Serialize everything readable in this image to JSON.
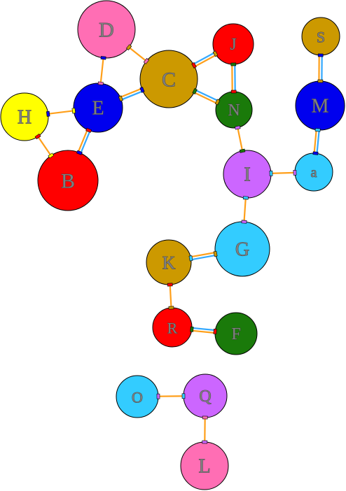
{
  "colors": {
    "pink": "#ff6eb4",
    "gold": "#cc9900",
    "red": "#ff0000",
    "blue": "#0000ee",
    "yellow": "#ffff00",
    "green": "#1a7a0a",
    "purple": "#cc66ff",
    "cyan": "#33ccff",
    "orange_edge": "#ff9f1a",
    "blue_edge": "#33a8ff",
    "outline": "#000000"
  },
  "nodes": [
    {
      "id": "D",
      "label": "D",
      "color": "pink"
    },
    {
      "id": "C",
      "label": "C",
      "color": "gold"
    },
    {
      "id": "J",
      "label": "J",
      "color": "red"
    },
    {
      "id": "S",
      "label": "S",
      "color": "gold"
    },
    {
      "id": "E",
      "label": "E",
      "color": "blue"
    },
    {
      "id": "H",
      "label": "H",
      "color": "yellow"
    },
    {
      "id": "N",
      "label": "N",
      "color": "green"
    },
    {
      "id": "M",
      "label": "M",
      "color": "blue"
    },
    {
      "id": "B",
      "label": "B",
      "color": "red"
    },
    {
      "id": "I",
      "label": "I",
      "color": "purple"
    },
    {
      "id": "a",
      "label": "a",
      "color": "cyan"
    },
    {
      "id": "G",
      "label": "G",
      "color": "cyan"
    },
    {
      "id": "K",
      "label": "K",
      "color": "gold"
    },
    {
      "id": "R",
      "label": "R",
      "color": "red"
    },
    {
      "id": "F",
      "label": "F",
      "color": "green"
    },
    {
      "id": "O",
      "label": "O",
      "color": "cyan"
    },
    {
      "id": "Q",
      "label": "Q",
      "color": "purple"
    },
    {
      "id": "L",
      "label": "L",
      "color": "pink"
    }
  ],
  "edges": [
    {
      "from": "D",
      "to": "E",
      "type": "single"
    },
    {
      "from": "D",
      "to": "C",
      "type": "single"
    },
    {
      "from": "C",
      "to": "E",
      "type": "double"
    },
    {
      "from": "C",
      "to": "J",
      "type": "double"
    },
    {
      "from": "C",
      "to": "N",
      "type": "double"
    },
    {
      "from": "J",
      "to": "N",
      "type": "double"
    },
    {
      "from": "H",
      "to": "E",
      "type": "single"
    },
    {
      "from": "H",
      "to": "B",
      "type": "single"
    },
    {
      "from": "E",
      "to": "B",
      "type": "double"
    },
    {
      "from": "N",
      "to": "I",
      "type": "single"
    },
    {
      "from": "I",
      "to": "a",
      "type": "single"
    },
    {
      "from": "I",
      "to": "G",
      "type": "single"
    },
    {
      "from": "S",
      "to": "M",
      "type": "double"
    },
    {
      "from": "M",
      "to": "a",
      "type": "double"
    },
    {
      "from": "G",
      "to": "K",
      "type": "double"
    },
    {
      "from": "K",
      "to": "R",
      "type": "single"
    },
    {
      "from": "R",
      "to": "F",
      "type": "double"
    },
    {
      "from": "O",
      "to": "Q",
      "type": "single"
    },
    {
      "from": "Q",
      "to": "L",
      "type": "single"
    }
  ]
}
